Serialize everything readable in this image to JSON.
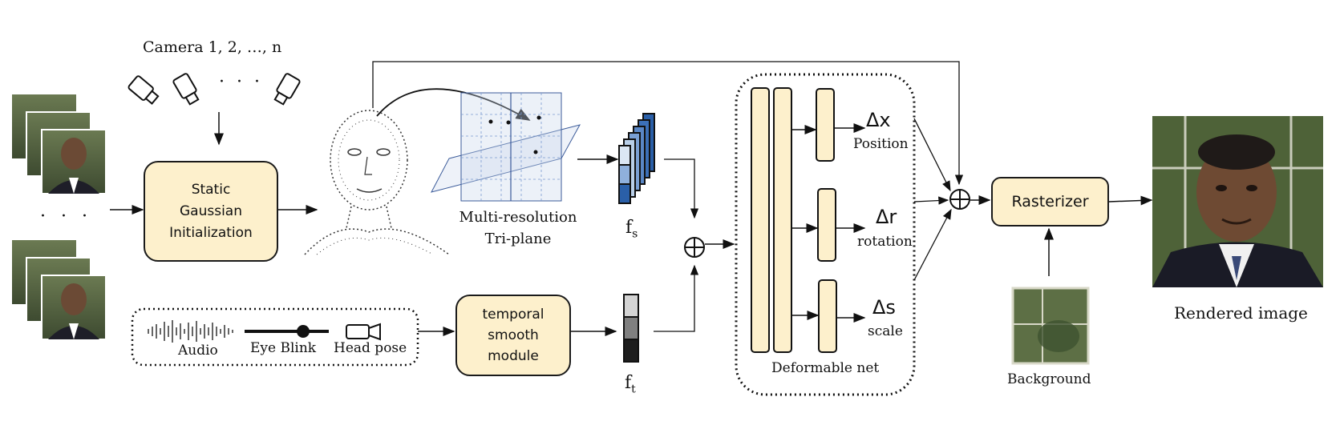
{
  "camera_label": "Camera 1, 2, …, n",
  "camera_ellipsis": "· · ·",
  "video_ellipsis": "· · ·",
  "static_gaussian": {
    "line1": "Static",
    "line2": "Gaussian",
    "line3": "Initialization"
  },
  "triplane": {
    "line1": "Multi-resolution",
    "line2": "Tri-plane"
  },
  "fs_label": {
    "base": "f",
    "sub": "s"
  },
  "ft_label": {
    "base": "f",
    "sub": "t"
  },
  "inputs": {
    "audio": "Audio",
    "eye_blink": "Eye Blink",
    "head_pose": "Head pose"
  },
  "temporal": {
    "line1": "temporal",
    "line2": "smooth",
    "line3": "module"
  },
  "deformable": {
    "title": "Deformable net",
    "outputs": [
      {
        "symbol": "Δx",
        "name": "Position"
      },
      {
        "symbol": "Δr",
        "name": "rotation"
      },
      {
        "symbol": "Δs",
        "name": "scale"
      }
    ]
  },
  "rasterizer": "Rasterizer",
  "background_label": "Background",
  "rendered_label": "Rendered image",
  "colors": {
    "box_fill": "#fdf0cc",
    "feature_blue": "#2a5fa8",
    "feature_light": "#b9cfe8"
  }
}
